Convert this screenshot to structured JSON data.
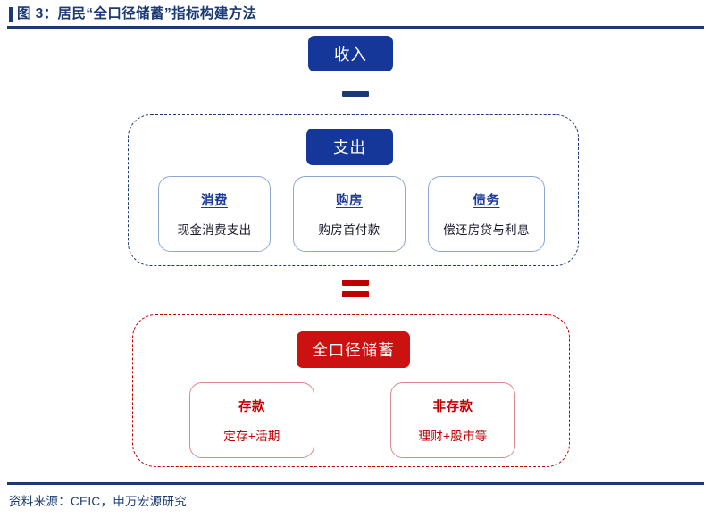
{
  "header": {
    "title": "图 3：居民“全口径储蓄”指标构建方法",
    "accent_color": "#1b3a73"
  },
  "diagram": {
    "income": {
      "label": "收入",
      "color": "#16379a"
    },
    "operator_minus": "minus-sign",
    "expenditure_group": {
      "border_color": "#1b3a73",
      "heading": {
        "label": "支出",
        "color": "#16379a"
      },
      "items": [
        {
          "title": "消费",
          "desc": "现金消费支出"
        },
        {
          "title": "购房",
          "desc": "购房首付款"
        },
        {
          "title": "债务",
          "desc": "偿还房贷与利息"
        }
      ]
    },
    "operator_equals": "equals-sign",
    "savings_group": {
      "border_color": "#c00000",
      "heading": {
        "label": "全口径储蓄",
        "color": "#cc1111"
      },
      "items": [
        {
          "title": "存款",
          "desc": "定存+活期"
        },
        {
          "title": "非存款",
          "desc": "理财+股市等"
        }
      ]
    }
  },
  "footer": {
    "source": "资料来源：CEIC，申万宏源研究"
  }
}
